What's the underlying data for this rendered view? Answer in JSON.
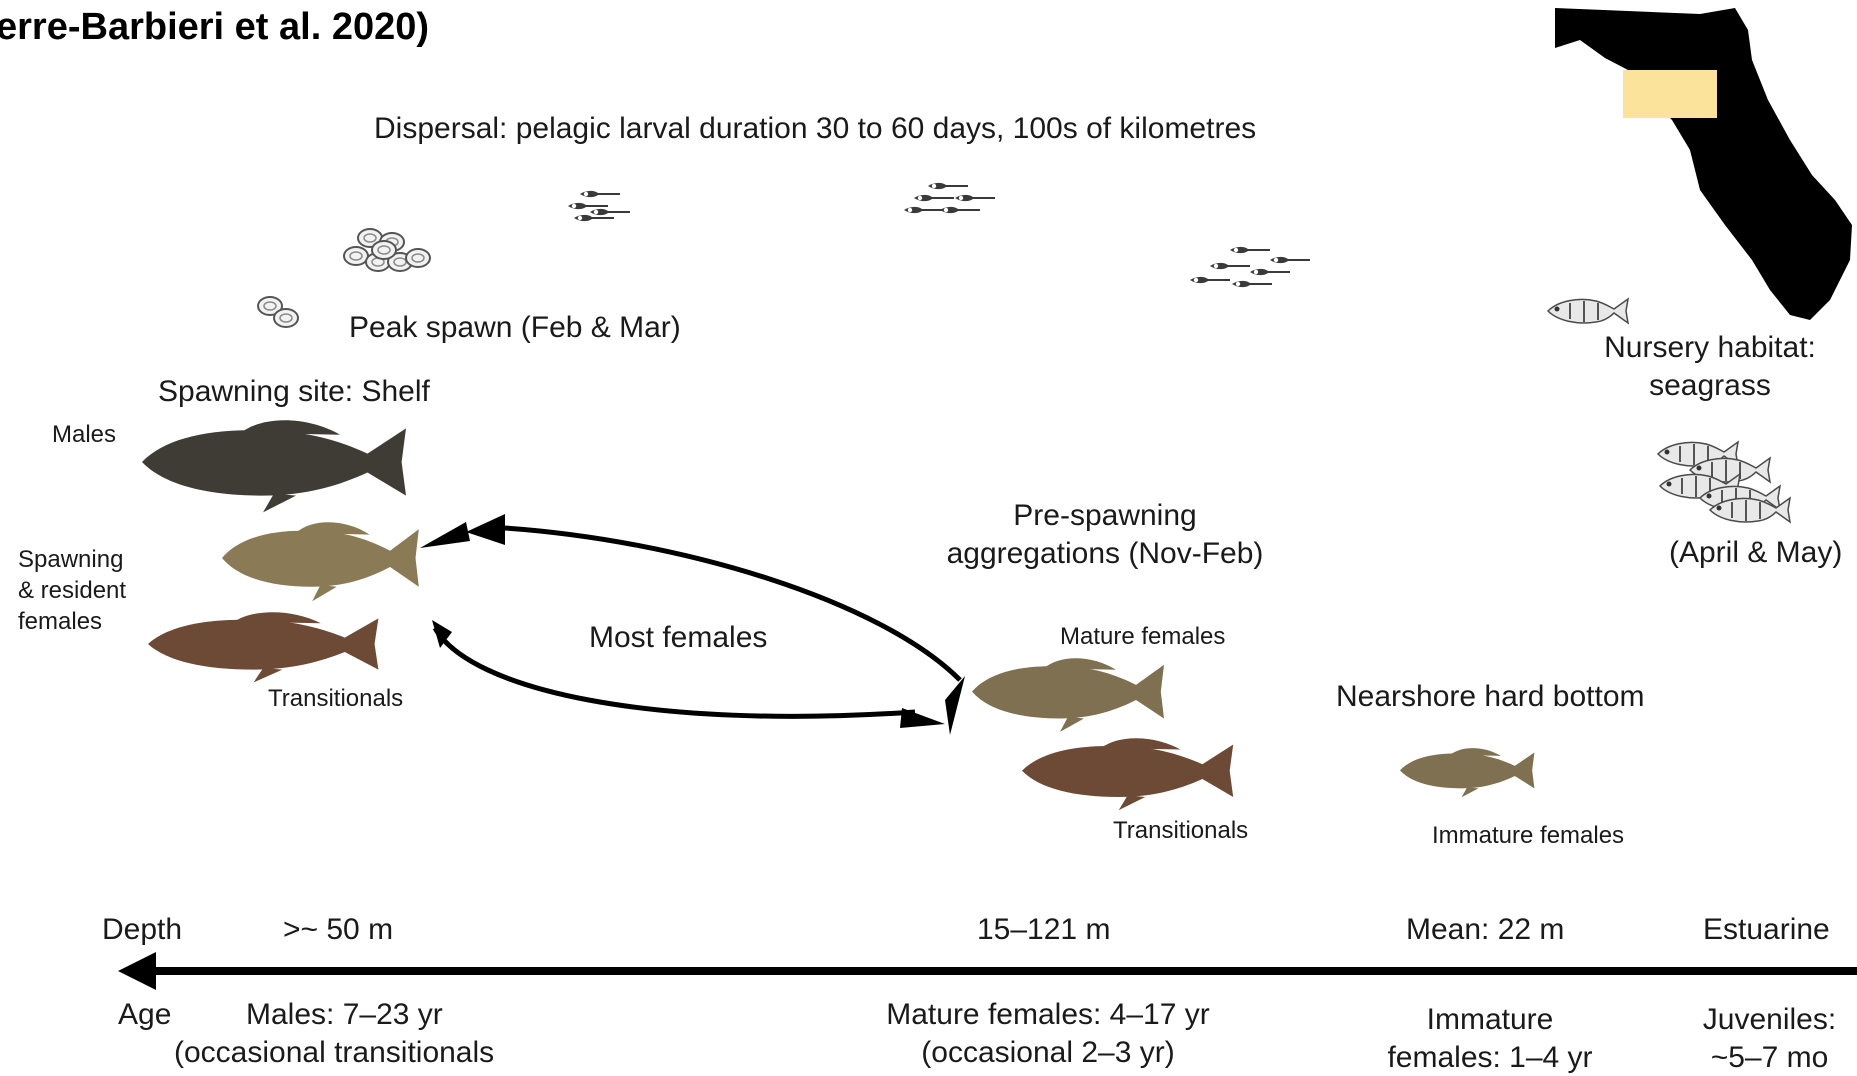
{
  "header": {
    "citation": "erre-Barbieri et al. 2020)"
  },
  "labels": {
    "dispersal": "Dispersal: pelagic larval duration 30 to 60 days, 100s of kilometres",
    "peak_spawn": "Peak spawn (Feb & Mar)",
    "spawning_site": "Spawning site: Shelf",
    "males": "Males",
    "spawning_females_1": "Spawning",
    "spawning_females_2": "& resident",
    "spawning_females_3": "females",
    "transitionals_left": "Transitionals",
    "most_females": "Most females",
    "pre_spawning_1": "Pre-spawning",
    "pre_spawning_2": "aggregations (Nov-Feb)",
    "mature_females": "Mature females",
    "transitionals_mid": "Transitionals",
    "nearshore": "Nearshore hard bottom",
    "immature_females": "Immature  females",
    "nursery_1": "Nursery habitat:",
    "nursery_2": "seagrass",
    "april_may": "(April & May)"
  },
  "depth_row": {
    "label": "Depth",
    "shelf": ">~ 50 m",
    "aggregation": "15–121 m",
    "nearshore": "Mean: 22 m",
    "nursery": "Estuarine"
  },
  "age_row": {
    "label": "Age",
    "males_1": "Males: 7–23 yr",
    "males_2": "(occasional transitionals",
    "mature_1": "Mature females: 4–17 yr",
    "mature_2": "(occasional 2–3 yr)",
    "immature_1": "Immature",
    "immature_2": "females: 1–4 yr",
    "juveniles_1": "Juveniles:",
    "juveniles_2": "~5–7 mo"
  },
  "colors": {
    "map_fill": "#000000",
    "map_highlight": "#fbe39b",
    "fish_dark": "#3f3b35",
    "fish_olive": "#8a7a55",
    "fish_brown": "#6d4a35",
    "arrow": "#000000"
  },
  "icons": [
    "florida-map-icon",
    "egg-cluster-icon",
    "larvae-school-icon",
    "grouper-fish-icon",
    "juvenile-fish-icon",
    "depth-arrow-icon",
    "cycle-arrow-icon"
  ]
}
